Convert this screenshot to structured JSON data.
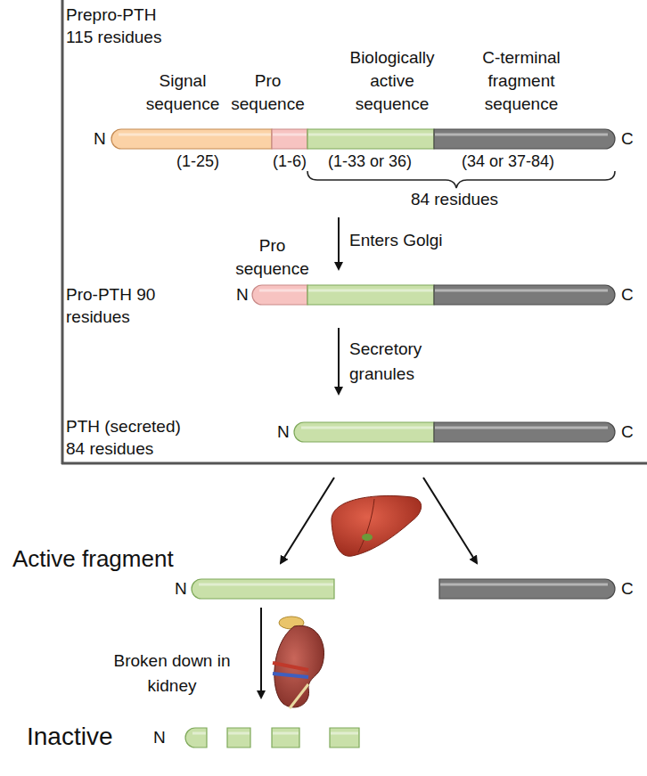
{
  "diagram": {
    "nodes": [
      {
        "text": [
          "N",
          "C"
        ]
      },
      {
        "text": [
          "N",
          "C"
        ]
      },
      {
        "text": [
          "N",
          "C"
        ]
      },
      {
        "text": [
          "N"
        ]
      },
      {
        "text": [
          "C"
        ]
      },
      {
        "text": [
          "N"
        ]
      }
    ],
    "edges": [
      {
        "from": 0,
        "to": 1,
        "arrow": "to",
        "label": "Enters Golgi"
      },
      {
        "from": 1,
        "to": 2,
        "arrow": "to",
        "label": "Secretory granules"
      },
      {
        "from": 2,
        "to": 3,
        "arrow": "to"
      },
      {
        "from": 2,
        "to": 4,
        "arrow": "to"
      },
      {
        "from": 3,
        "to": 5,
        "arrow": "to",
        "label": "Broken down in kidney"
      }
    ],
    "labels": [
      "Prepro-PTH 115 residues",
      "Signal sequence",
      "Pro sequence",
      "Biologically active sequence",
      "C-terminal fragment sequence",
      "(1-25)",
      "(1-6)",
      "(1-33 or 36)",
      "(34 or 37-84)",
      "84 residues",
      "Pro sequence",
      "Pro-PTH 90 residues",
      "PTH (secreted) 84 residues",
      "Active fragment",
      "Inactive"
    ]
  }
}
